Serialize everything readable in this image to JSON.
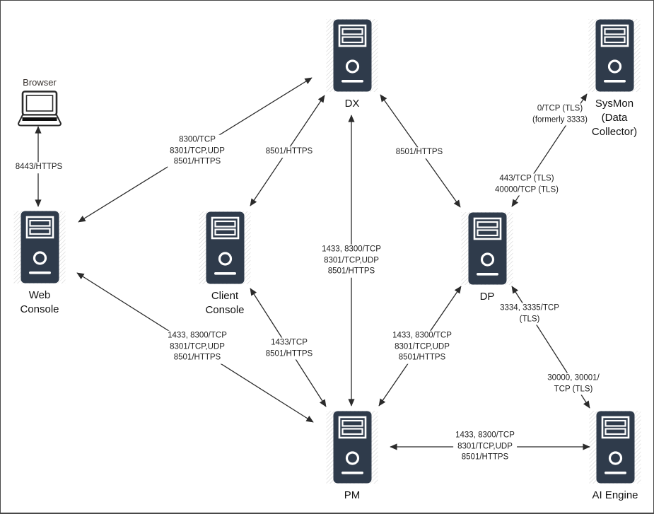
{
  "nodes": {
    "browser": {
      "label": "Browser"
    },
    "dx": {
      "label": "DX"
    },
    "sysmon": {
      "label": "SysMon\n(Data\nCollector)"
    },
    "web_console": {
      "label": "Web\nConsole"
    },
    "client_console": {
      "label": "Client\nConsole"
    },
    "dp": {
      "label": "DP"
    },
    "pm": {
      "label": "PM"
    },
    "ai_engine": {
      "label": "AI Engine"
    }
  },
  "edge_labels": {
    "browser_webconsole": "8443/HTTPS",
    "webconsole_dx": "8300/TCP\n8301/TCP,UDP\n8501/HTTPS",
    "clientconsole_dx": "8501/HTTPS",
    "dp_dx": "8501/HTTPS",
    "pm_dx": "1433, 8300/TCP\n8301/TCP,UDP\n8501/HTTPS",
    "dp_sysmon_near_sysmon": "0/TCP (TLS)\n(formerly 3333)",
    "dp_sysmon_near_dp": "443/TCP (TLS)\n40000/TCP (TLS)",
    "webconsole_pm": "1433, 8300/TCP\n8301/TCP,UDP\n8501/HTTPS",
    "clientconsole_pm": "1433/TCP\n8501/HTTPS",
    "dp_pm": "1433, 8300/TCP\n8301/TCP,UDP\n8501/HTTPS",
    "dp_aiengine_near_dp": "3334, 3335/TCP\n(TLS)",
    "dp_aiengine_near_aiengine": "30000, 30001/\nTCP (TLS)",
    "pm_aiengine": "1433, 8300/TCP\n8301/TCP,UDP\n8501/HTTPS"
  },
  "colors": {
    "server_fill": "#2f3b4b",
    "icon_detail": "#ffffff",
    "line": "#2b2b2b",
    "text": "#1e1e1e",
    "frame_border": "#484848"
  }
}
